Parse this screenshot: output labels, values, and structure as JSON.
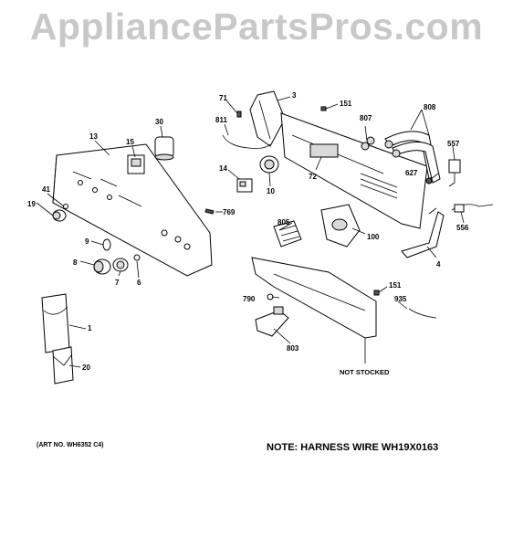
{
  "watermark": "AppliancePartsPros.com",
  "art_number": "(ART NO. WH6352 C4)",
  "note": "NOTE: HARNESS WIRE WH19X0163",
  "not_stocked": "NOT STOCKED",
  "callouts": {
    "c1": "1",
    "c3": "3",
    "c4": "4",
    "c6": "6",
    "c7": "7",
    "c8": "8",
    "c9": "9",
    "c10": "10",
    "c13": "13",
    "c14": "14",
    "c15": "15",
    "c19": "19",
    "c20": "20",
    "c30": "30",
    "c41": "41",
    "c71": "71",
    "c72": "72",
    "c100": "100",
    "c151a": "151",
    "c151b": "151",
    "c556": "556",
    "c557": "557",
    "c627": "627",
    "c769": "769",
    "c790": "790",
    "c803": "803",
    "c805": "805",
    "c807": "807",
    "c808": "808",
    "c811": "811",
    "c935": "935"
  }
}
